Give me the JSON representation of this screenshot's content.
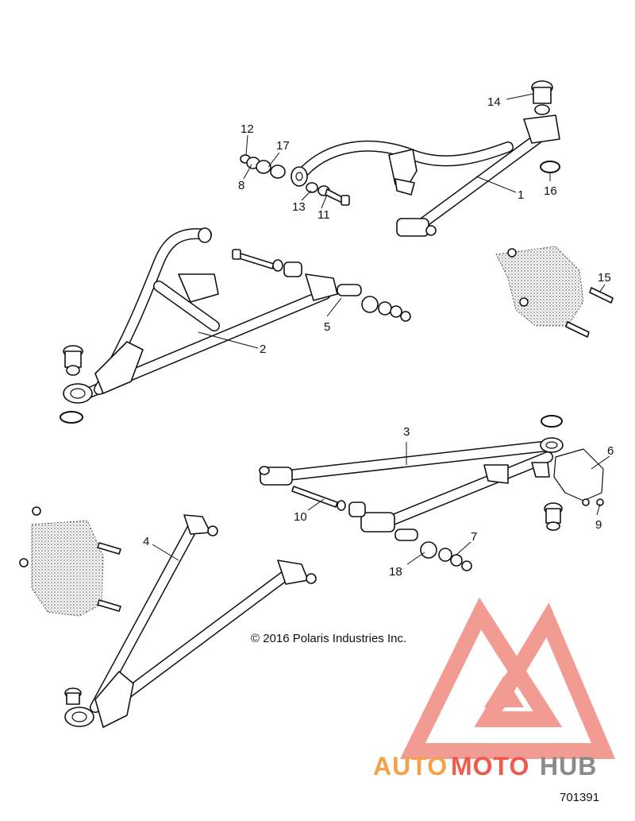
{
  "callouts": [
    "1",
    "2",
    "3",
    "4",
    "5",
    "6",
    "7",
    "8",
    "9",
    "10",
    "11",
    "12",
    "13",
    "14",
    "15",
    "16",
    "17",
    "18"
  ],
  "copyright": "© 2016 Polaris Industries Inc.",
  "diagram_id": "701391",
  "watermark": {
    "part1": "AUTO",
    "part2": "MOTO",
    "part3": "HUB",
    "colors": {
      "auto": "#f4a14a",
      "moto": "#ef5a4b",
      "hub": "#8a8a8a",
      "logo": "#f08a80"
    }
  }
}
